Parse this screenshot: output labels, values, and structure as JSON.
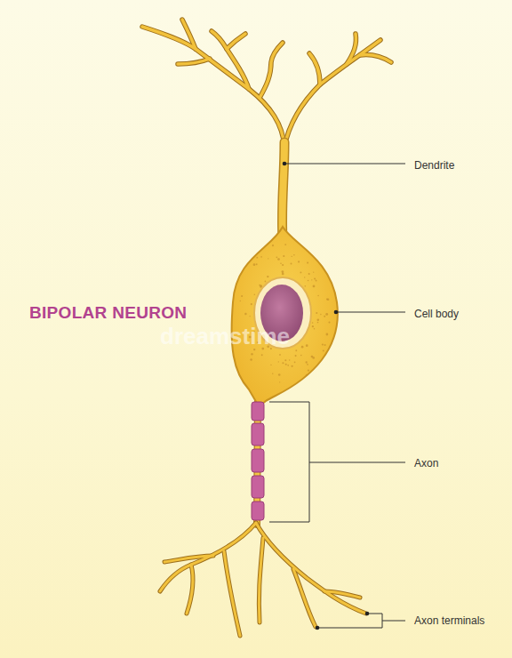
{
  "diagram": {
    "title": "BIPOLAR NEURON",
    "labels": [
      "Dendrite",
      "Cell body",
      "Axon",
      "Axon terminals",
      "dreamstime"
    ]
  }
}
